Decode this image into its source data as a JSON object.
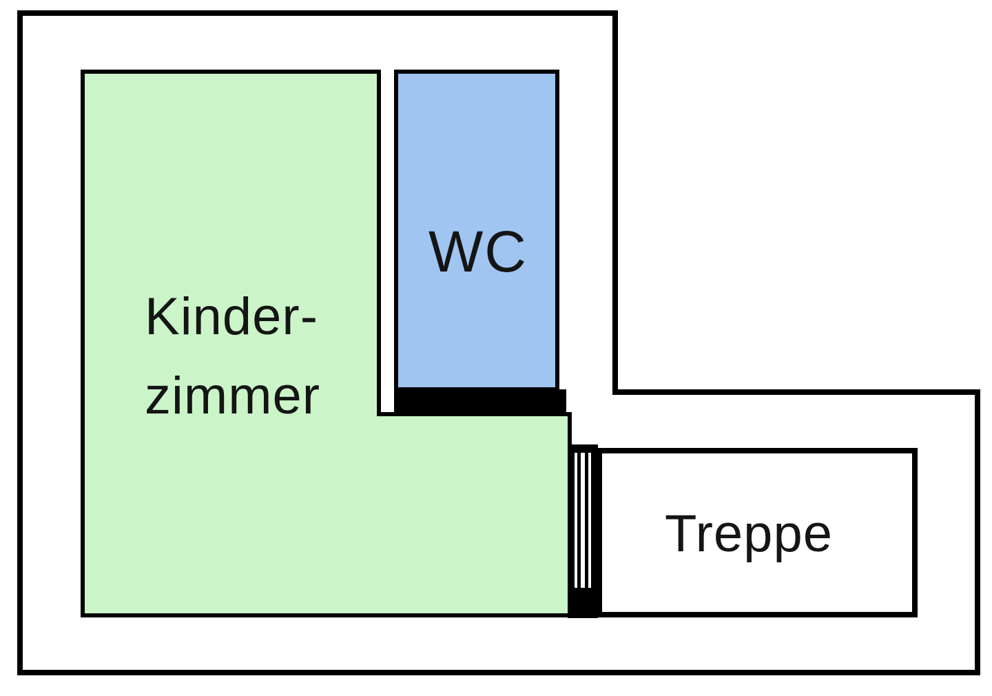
{
  "page": {
    "kind": "floor-plan-drawing",
    "background": "#ffffff",
    "wall_color": "#000000",
    "text_color": "#151515"
  },
  "icons": {
    "door": "double-line-swing-door-symbol"
  },
  "rooms": {
    "kinderzimmer": {
      "label_line1": "Kinder-",
      "label_line2": "zimmer",
      "fill": "#cbf5c8"
    },
    "wc": {
      "label": "WC",
      "fill": "#a0c5f0"
    },
    "treppe": {
      "label": "Treppe",
      "fill": "#ffffff"
    }
  }
}
